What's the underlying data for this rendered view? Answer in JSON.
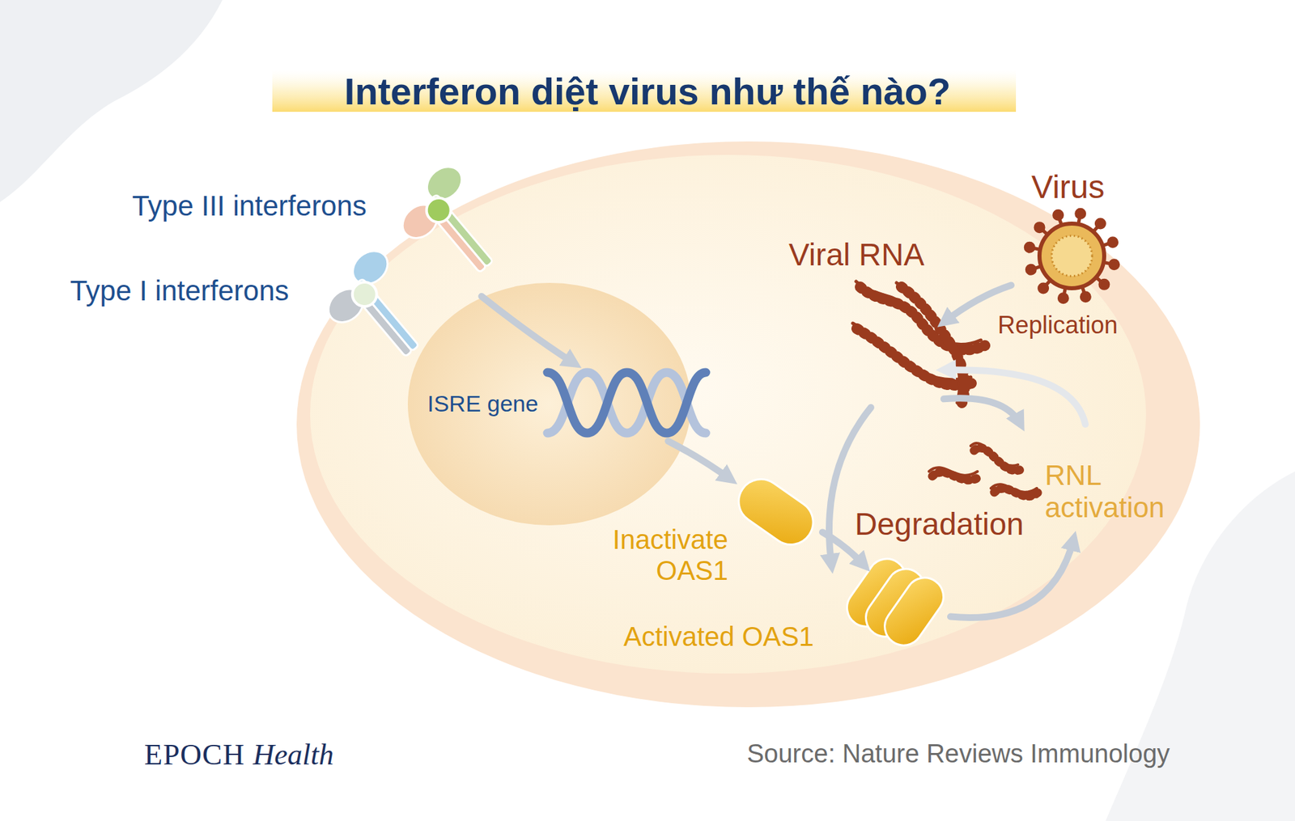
{
  "diagram": {
    "title": "Interferon diệt virus như thế nào?",
    "nodes": [
      {
        "text": [
          "Type III interferons"
        ]
      },
      {
        "text": [
          "Type I interferons"
        ]
      },
      {
        "text": [
          "ISRE gene"
        ]
      },
      {
        "text": [
          "Inactivate OAS1"
        ]
      },
      {
        "text": [
          "Activated OAS1"
        ]
      },
      {
        "text": [
          "Virus"
        ]
      },
      {
        "text": [
          "Viral RNA"
        ]
      },
      {
        "text": [
          "RNL activation"
        ]
      }
    ],
    "edges": [
      {
        "from": 0,
        "to": 2,
        "arrow": "to"
      },
      {
        "from": 2,
        "to": 3,
        "arrow": "to"
      },
      {
        "from": 3,
        "to": 4,
        "arrow": "to"
      },
      {
        "from": 5,
        "to": 6,
        "label": "Replication",
        "arrow": "to"
      },
      {
        "from": 6,
        "to": 4,
        "label": "Degradation",
        "arrow": "to"
      },
      {
        "from": 6,
        "to": 7,
        "arrow": "to"
      },
      {
        "from": 4,
        "to": 7,
        "arrow": "to"
      },
      {
        "from": 7,
        "to": 6,
        "arrow": "to"
      }
    ],
    "labels": [
      "EPOCH",
      "Health",
      "Source: Nature Reviews Immunology"
    ]
  }
}
